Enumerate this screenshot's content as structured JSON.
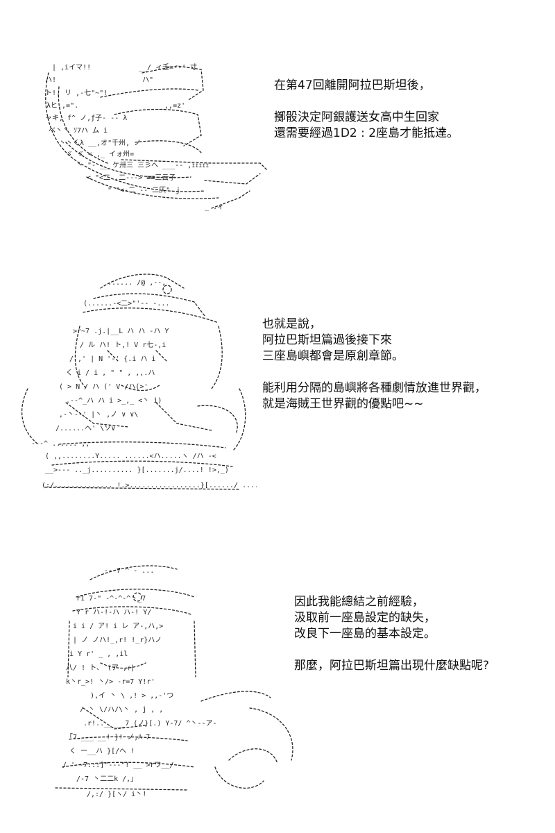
{
  "colors": {
    "background": "#ffffff",
    "ink": "#111111"
  },
  "panels": [
    {
      "art": "ship-with-waves-ascii-art",
      "lines": [
        "在第47回離開阿拉巴斯坦後，",
        "",
        "擲骰決定阿銀護送女高中生回家",
        "還需要經過1D2 : 2座島才能抵達。"
      ]
    },
    {
      "art": "pirate-character-ascii-art",
      "lines": [
        "也就是說，",
        "阿拉巴斯坦篇過後接下來",
        "三座島嶼都會是原創章節。",
        "",
        "能利用分隔的島嶼將各種劇情放進世界觀，",
        "就是海賊王世界觀的優點吧~~"
      ]
    },
    {
      "art": "pirate-character-with-tail-ascii-art",
      "lines": [
        "因此我能總結之前經驗，",
        "汲取前一座島設定的缺失，",
        "改良下一座島的基本設定。",
        "",
        "那麼，阿拉巴斯坦篇出現什麼缺點呢?"
      ]
    }
  ]
}
